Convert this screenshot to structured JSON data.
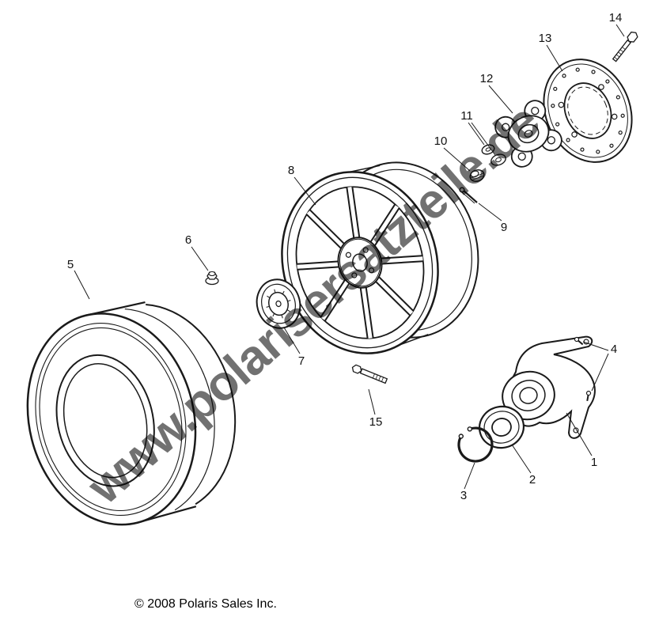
{
  "diagram": {
    "watermark": "www.polarisersatzteile.de",
    "watermark_color": "#8c8c8c",
    "copyright": "© 2008 Polaris Sales Inc.",
    "line_color": "#1a1a1a",
    "callouts": [
      {
        "label": "1"
      },
      {
        "label": "2"
      },
      {
        "label": "3"
      },
      {
        "label": "4"
      },
      {
        "label": "5"
      },
      {
        "label": "6"
      },
      {
        "label": "7"
      },
      {
        "label": "8"
      },
      {
        "label": "9"
      },
      {
        "label": "10"
      },
      {
        "label": "11"
      },
      {
        "label": "12"
      },
      {
        "label": "13"
      },
      {
        "label": "14"
      },
      {
        "label": "15"
      }
    ]
  }
}
